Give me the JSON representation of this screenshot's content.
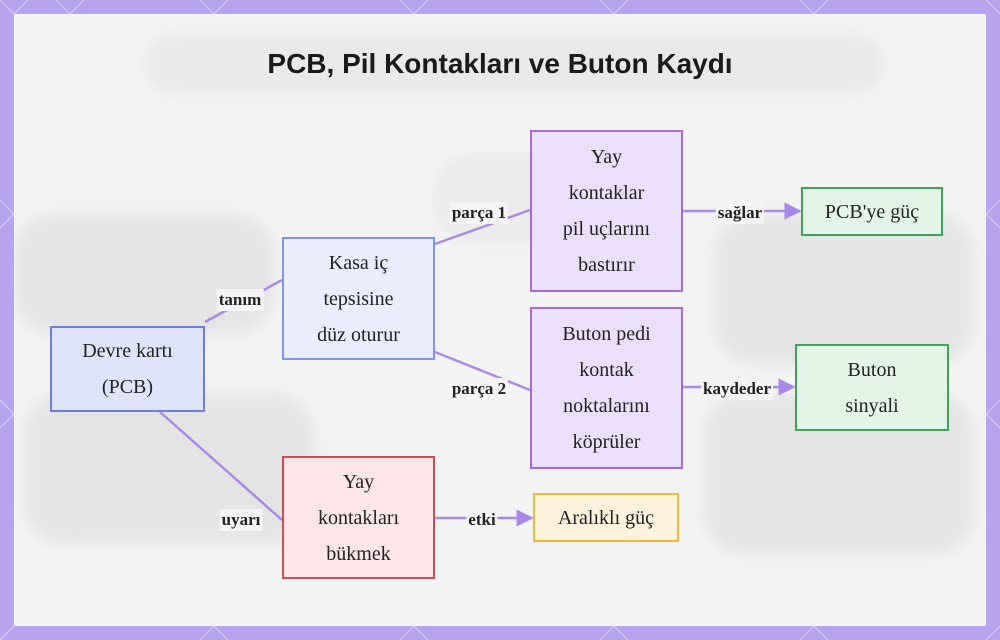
{
  "title": "PCB, Pil Kontakları ve Buton Kaydı",
  "colors": {
    "frame": "#b8a3ee",
    "edge": "#a98ae8",
    "blue_border": "#6e7fe0",
    "purple_border": "#a86bd6",
    "green_border": "#3aa457",
    "red_border": "#d04b58",
    "orange_border": "#f0b840"
  },
  "nodes": {
    "pcb": "Devre kartı\n(PCB)",
    "tray": "Kasa iç\ntepsisine\ndüz oturur",
    "spring": "Yay\nkontaklar\npil uçlarını\nbastırır",
    "button_pad": "Buton pedi\nkontak\nnoktalarını\nköprüler",
    "power": "PCB'ye güç",
    "signal": "Buton\nsinyali",
    "bend": "Yay\nkontakları\nbükmek",
    "intermittent": "Aralıklı güç"
  },
  "edges": {
    "tanim": "tanım",
    "uyari": "uyarı",
    "parca1": "parça 1",
    "parca2": "parça 2",
    "saglar": "sağlar",
    "kaydeder": "kaydeder",
    "etki": "etki"
  }
}
